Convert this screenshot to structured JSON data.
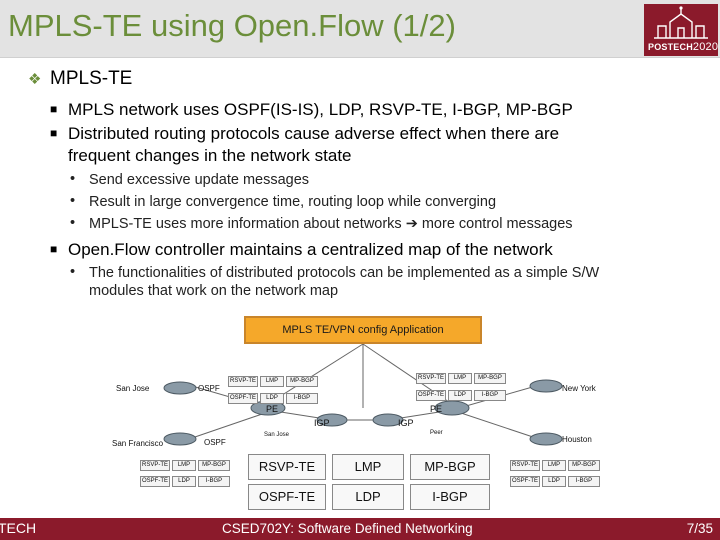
{
  "slide": {
    "title": "MPLS-TE using Open.Flow (1/2)",
    "logo_text": "POSTECH",
    "logo_year": "2020",
    "heading": "MPLS-TE",
    "bullets": [
      {
        "text": "MPLS network uses OSPF(IS-IS), LDP, RSVP-TE, I-BGP, MP-BGP"
      },
      {
        "text": "Distributed routing protocols cause adverse effect when there are",
        "text2": "frequent changes in the network state"
      },
      {
        "text": "Send excessive update messages"
      },
      {
        "text": "Result in large convergence time, routing loop while converging"
      },
      {
        "text": "MPLS-TE uses more information about networks",
        "text2": "more control messages"
      },
      {
        "text": "Open.Flow controller maintains a centralized map of the network"
      },
      {
        "text": "The functionalities of distributed protocols can be implemented  as a simple S/W",
        "text2": "modules that work on the network map"
      }
    ]
  },
  "diagram": {
    "app_box": "MPLS TE/VPN config Application",
    "labels": {
      "san_jose": "San Jose",
      "new_york": "New York",
      "san_francisco": "San Francisco",
      "houston": "Houston",
      "pe_left": "PE",
      "pe_right": "PE",
      "igp_left": "IGP",
      "igp_right": "IGP",
      "ospf_top": "OSPF",
      "ospf_bottom": "OSPF",
      "p_san_jose": "San Jose",
      "p_right": "Peer"
    },
    "cells": {
      "rsvp": "RSVP-TE",
      "lmp": "LMP",
      "mpbgp": "MP-BGP",
      "ospf": "OSPF-TE",
      "ldp": "LDP",
      "ibgp": "I-BGP"
    },
    "big_cells": {
      "rsvp": "RSVP-TE",
      "lmp": "LMP",
      "mpbgp": "MP-BGP",
      "ospf": "OSPF-TE",
      "ldp": "LDP",
      "ibgp": "I-BGP"
    }
  },
  "footer": {
    "left": "TECH",
    "center": "CSED702Y: Software Defined Networking",
    "page": "7/35"
  },
  "colors": {
    "title": "#6b8e3a",
    "brand": "#8b1a2b",
    "app_box": "#f5a82a"
  }
}
